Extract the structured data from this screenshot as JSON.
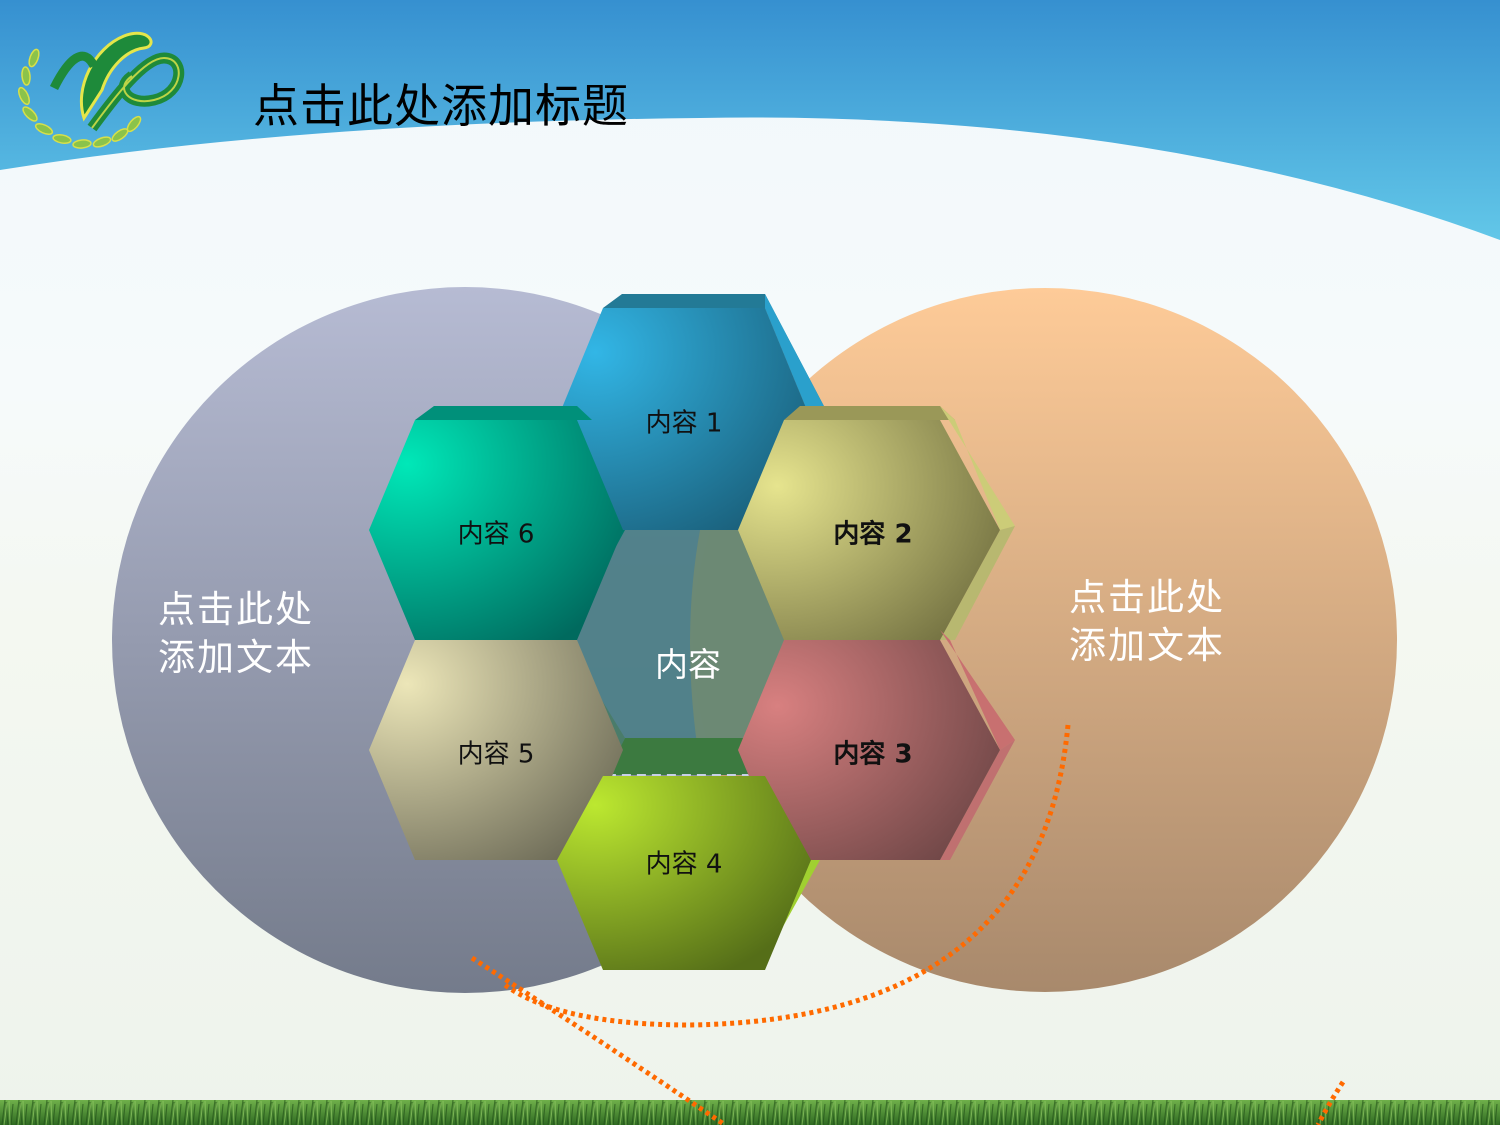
{
  "slide": {
    "title": "点击此处添加标题",
    "logo": {
      "name": "wheat-wreath-logo",
      "colors": [
        "#1e8a3a",
        "#e5e64a",
        "#8bc34a"
      ]
    }
  },
  "colors": {
    "sky_top": "#3690d0",
    "sky_bottom": "#62c7e8",
    "background_light": "#eef7fa",
    "left_circle_top": "#b6bbd3",
    "left_circle_bottom": "#747b8b",
    "right_circle_top": "#fecb98",
    "right_circle_bottom": "#a8896c",
    "dotted_arc": "#ff6a00",
    "grass": "#4a8a2a"
  },
  "diagram": {
    "left_circle": {
      "line1": "点击此处",
      "line2": "添加文本"
    },
    "right_circle": {
      "line1": "点击此处",
      "line2": "添加文本"
    },
    "center": {
      "label": "内容"
    },
    "hexagons": [
      {
        "id": 1,
        "label": "内容 1",
        "color": "#2a9fd0",
        "bold": false
      },
      {
        "id": 2,
        "label": "内容 2",
        "color": "#c8c47a",
        "bold": true
      },
      {
        "id": 3,
        "label": "内容 3",
        "color": "#c87878",
        "bold": true
      },
      {
        "id": 4,
        "label": "内容 4",
        "color": "#8ab428",
        "bold": false
      },
      {
        "id": 5,
        "label": "内容 5",
        "color": "#c8c49c",
        "bold": false
      },
      {
        "id": 6,
        "label": "内容 6",
        "color": "#00b890",
        "bold": false
      }
    ]
  }
}
